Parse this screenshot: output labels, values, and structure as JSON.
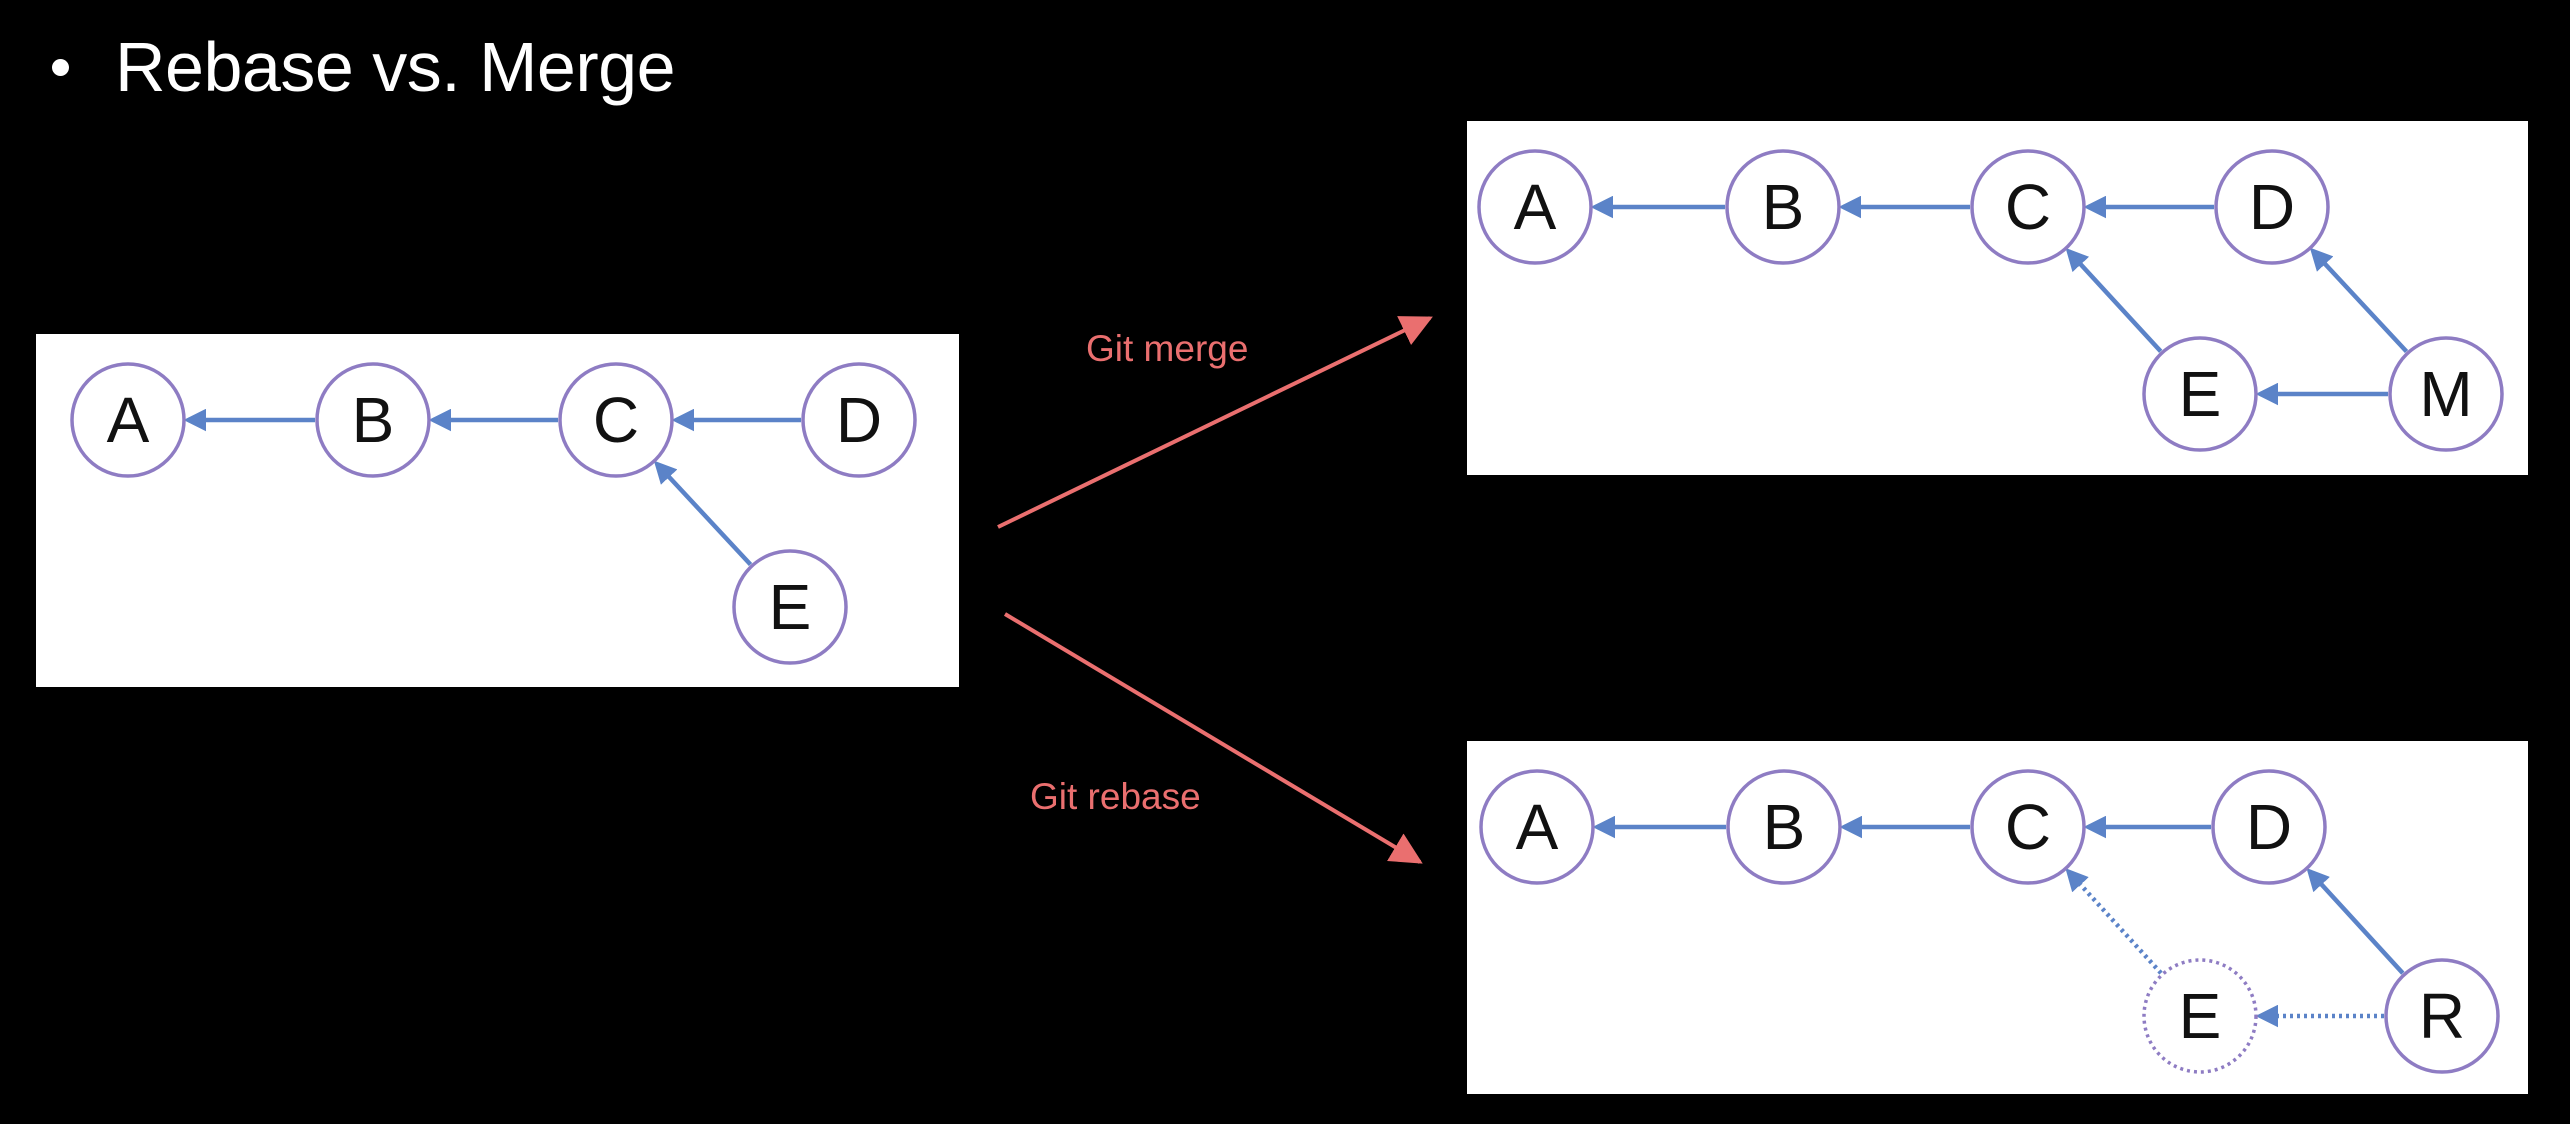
{
  "slide": {
    "title": "Rebase vs. Merge"
  },
  "colors": {
    "background": "#000000",
    "title_text": "#ffffff",
    "panel_background": "#ffffff",
    "commit_border": "#8e7cc3",
    "edge": "#5b83c8",
    "transition_arrow": "#ea6f6f"
  },
  "transitions": {
    "merge_label": "Git merge",
    "rebase_label": "Git rebase"
  },
  "original": {
    "commits": [
      {
        "id": "A",
        "label": "A"
      },
      {
        "id": "B",
        "label": "B"
      },
      {
        "id": "C",
        "label": "C"
      },
      {
        "id": "D",
        "label": "D"
      },
      {
        "id": "E",
        "label": "E"
      }
    ],
    "edges": [
      {
        "from": "B",
        "to": "A",
        "style": "solid"
      },
      {
        "from": "C",
        "to": "B",
        "style": "solid"
      },
      {
        "from": "D",
        "to": "C",
        "style": "solid"
      },
      {
        "from": "E",
        "to": "C",
        "style": "solid"
      }
    ]
  },
  "merge_result": {
    "commits": [
      {
        "id": "A",
        "label": "A"
      },
      {
        "id": "B",
        "label": "B"
      },
      {
        "id": "C",
        "label": "C"
      },
      {
        "id": "D",
        "label": "D"
      },
      {
        "id": "E",
        "label": "E"
      },
      {
        "id": "M",
        "label": "M"
      }
    ],
    "edges": [
      {
        "from": "B",
        "to": "A",
        "style": "solid"
      },
      {
        "from": "C",
        "to": "B",
        "style": "solid"
      },
      {
        "from": "D",
        "to": "C",
        "style": "solid"
      },
      {
        "from": "E",
        "to": "C",
        "style": "solid"
      },
      {
        "from": "M",
        "to": "D",
        "style": "solid"
      },
      {
        "from": "M",
        "to": "E",
        "style": "solid"
      }
    ]
  },
  "rebase_result": {
    "commits": [
      {
        "id": "A",
        "label": "A",
        "style": "solid"
      },
      {
        "id": "B",
        "label": "B",
        "style": "solid"
      },
      {
        "id": "C",
        "label": "C",
        "style": "solid"
      },
      {
        "id": "D",
        "label": "D",
        "style": "solid"
      },
      {
        "id": "E",
        "label": "E",
        "style": "dotted"
      },
      {
        "id": "R",
        "label": "R",
        "style": "solid"
      }
    ],
    "edges": [
      {
        "from": "B",
        "to": "A",
        "style": "solid"
      },
      {
        "from": "C",
        "to": "B",
        "style": "solid"
      },
      {
        "from": "D",
        "to": "C",
        "style": "solid"
      },
      {
        "from": "E",
        "to": "C",
        "style": "dotted"
      },
      {
        "from": "R",
        "to": "D",
        "style": "solid"
      },
      {
        "from": "R",
        "to": "E",
        "style": "dotted"
      }
    ]
  }
}
